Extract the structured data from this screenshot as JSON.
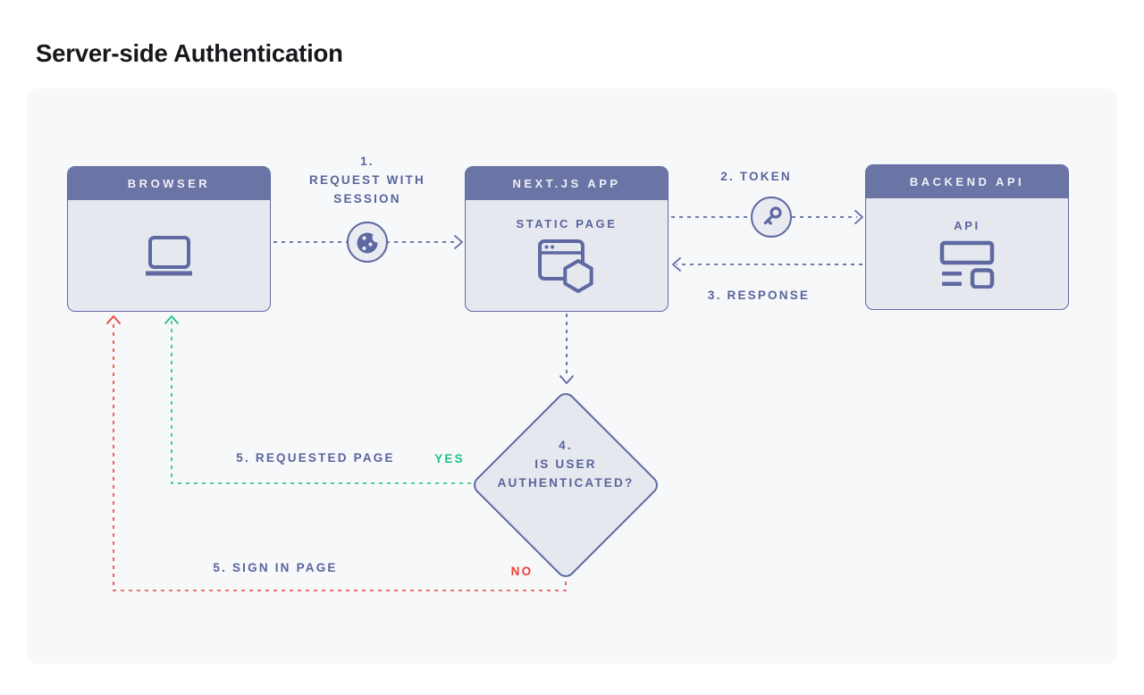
{
  "title": "Server-side Authentication",
  "colors": {
    "ink": "#5e69a2",
    "header-bg": "#6a74a5",
    "header-text": "#eef0f7",
    "box-fill": "#e6e8ef",
    "chip-fill": "#e9ebf1",
    "panel-bg": "#f7f8fa",
    "label": "#59649c",
    "green": "#1fc188",
    "red": "#ee4038",
    "title": "#17181c"
  },
  "nodes": {
    "browser": {
      "title": "BROWSER",
      "icon": "laptop-icon"
    },
    "nextjs": {
      "title": "NEXT.JS APP",
      "subtitle": "STATIC PAGE",
      "icon": "static-page-icon"
    },
    "backend": {
      "title": "BACKEND API",
      "subtitle": "API",
      "icon": "api-icon"
    }
  },
  "decision": {
    "lines": [
      "4.",
      "IS USER",
      "AUTHENTICATED?"
    ]
  },
  "edges": {
    "request": {
      "label_lines": [
        "1.",
        "REQUEST WITH",
        "SESSION"
      ],
      "icon": "cookie-icon"
    },
    "token": {
      "label": "2. TOKEN",
      "icon": "key-icon"
    },
    "response": {
      "label": "3. RESPONSE"
    },
    "yes": {
      "label": "5. REQUESTED PAGE",
      "tag": "YES"
    },
    "no": {
      "label": "5. SIGN IN PAGE",
      "tag": "NO"
    }
  }
}
